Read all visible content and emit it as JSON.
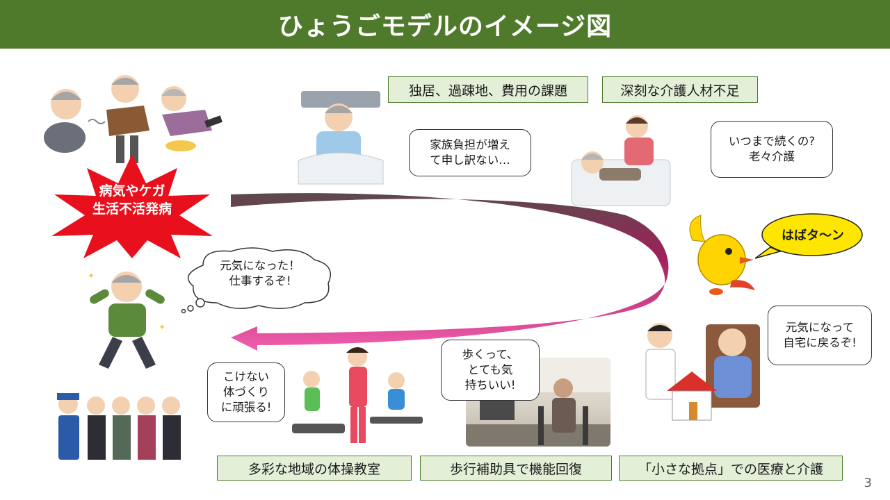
{
  "header": {
    "title": "ひょうごモデルのイメージ図"
  },
  "top_labels": [
    "独居、過疎地、費用の課題",
    "深刻な介護人材不足"
  ],
  "burst": {
    "line1": "病気やケガ",
    "line2": "生活不活発病"
  },
  "bubbles": {
    "family_burden": [
      "家族負担が増え",
      "て申し訳ない…"
    ],
    "elder_care": [
      "いつまで続くの?",
      "老々介護"
    ],
    "mascot": "はばタ～ン",
    "work_again": [
      "元気になった！",
      "仕事するぞ!"
    ],
    "go_home": [
      "元気になって",
      "自宅に戻るぞ!"
    ],
    "no_fall": [
      "こけない",
      "体づくり",
      "に頑張る!"
    ],
    "walking": [
      "歩くって、",
      "とても気",
      "持ちいい!"
    ]
  },
  "bottom_labels": [
    "多彩な地域の体操教室",
    "歩行補助具で機能回復",
    "「小さな拠点」での医療と介護"
  ],
  "page_number": "3",
  "colors": {
    "header_green": "#4f7a2c",
    "label_fill": "#e4efd8",
    "burst_red": "#e8101c",
    "arrow_start": "#5b4a4c",
    "arrow_mid": "#a01f5a",
    "arrow_end": "#f35fb0",
    "mascot_bubble": "#ffe600"
  }
}
